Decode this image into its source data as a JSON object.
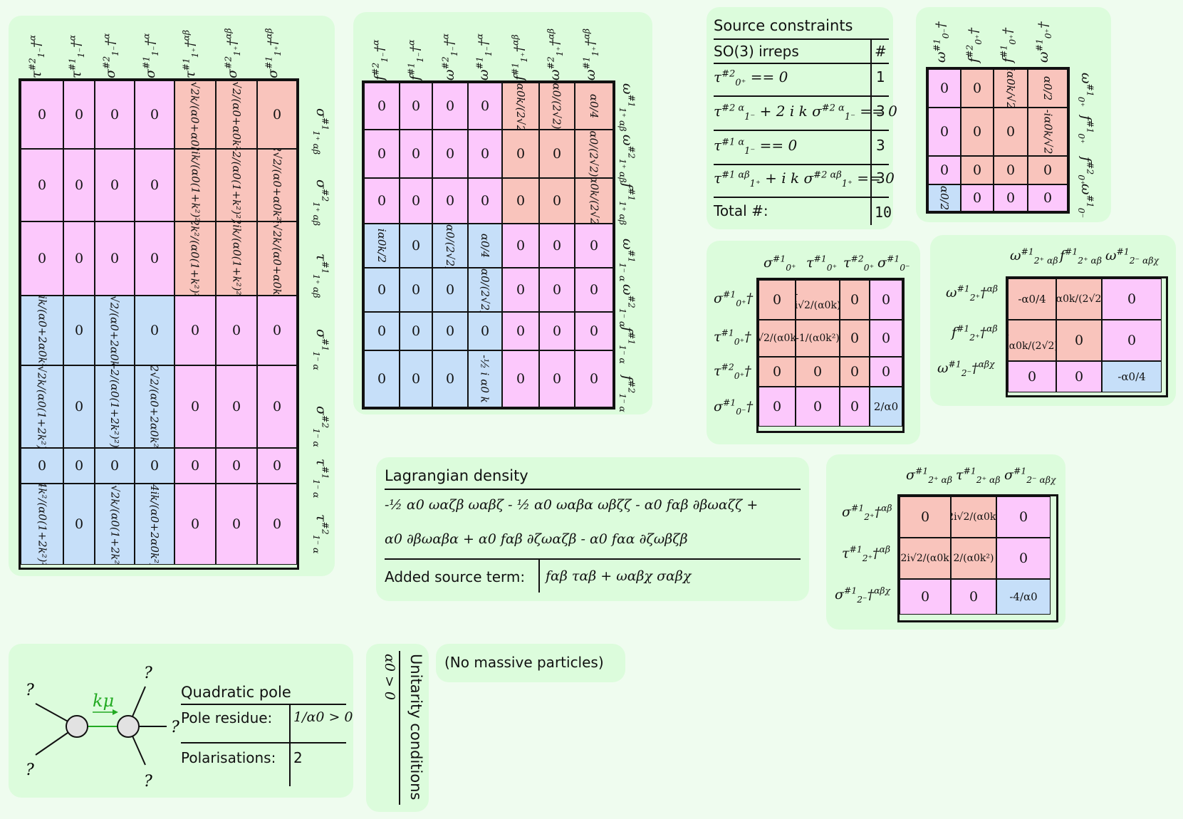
{
  "source_constraints": {
    "title": "Source constraints",
    "col1": "SO(3) irreps",
    "col2": "#",
    "rows": [
      {
        "expr": "τ0+#2 == 0",
        "count": "1"
      },
      {
        "expr": "τ1-#2α + 2 i k σ1-#2α == 0",
        "count": "3"
      },
      {
        "expr": "τ1-#1α == 0",
        "count": "3"
      },
      {
        "expr": "τ1+#1αβ + i k σ1+#2αβ == 0",
        "count": "3"
      }
    ],
    "total_label": "Total #:",
    "total_value": "10"
  },
  "lagrangian": {
    "title": "Lagrangian density",
    "line1": "-½ α0 ωαζβ ωαβζ - ½ α0 ωαβα ωβζζ - α0 fαβ ∂βωαζζ +",
    "line2": "α0 ∂βωαβα + α0 fαβ ∂ζωαζβ - α0 fαα ∂ζωβζβ",
    "source_label": "Added source term:",
    "source_expr": "fαβ ταβ + ωαβχ σαβχ"
  },
  "pole": {
    "title": "Quadratic pole",
    "residue_label": "Pole residue:",
    "residue_value": "1/α0 > 0",
    "polarisations_label": "Polarisations:",
    "polarisations_value": "2",
    "momentum": "kμ",
    "leg_label": "?"
  },
  "unitarity": {
    "title": "Unitarity conditions",
    "condition": "α0 > 0"
  },
  "massive": {
    "text": "(No massive particles)"
  },
  "colors": {
    "pink": "#fcc8fc",
    "red": "#f9c4bc",
    "blue": "#c6dff9",
    "panel": "#dcfcdc",
    "background": "#effcef"
  }
}
